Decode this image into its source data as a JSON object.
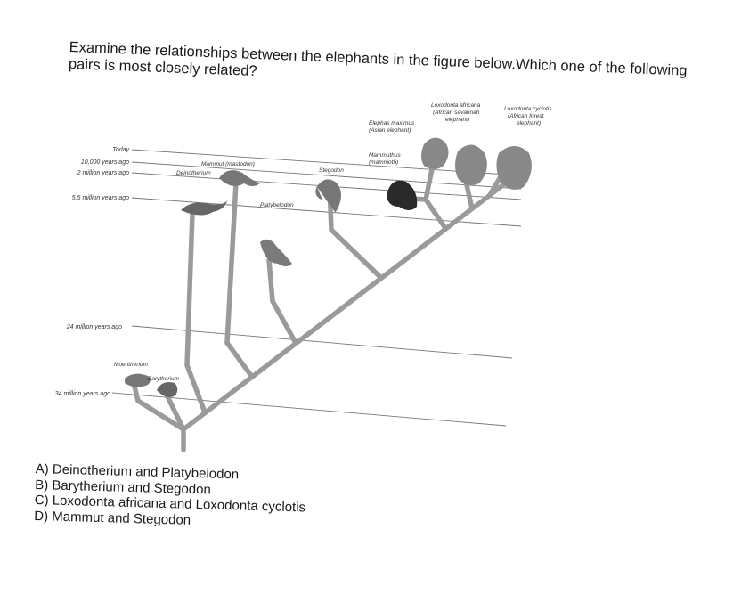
{
  "question": "Examine the relationships between the elephants in the figure below.Which one of the following pairs is most closely related?",
  "timeline": {
    "today": "Today",
    "y10k": "10,000 years ago",
    "y2m": "2 million years ago",
    "y55m": "5.5 million years ago",
    "y24m": "24 million years ago",
    "y34m": "34 million years ago"
  },
  "species": {
    "mammut": "Mammut (mastodon)",
    "deinotherium": "Deinotherium",
    "platybelodon": "Platybelodon",
    "stegodon": "Stegodon",
    "mammuthus_1": "Mammuthus",
    "mammuthus_2": "(mammoth)",
    "elephas_1": "Elephas maximus",
    "elephas_2": "(Asian elephant)",
    "lox_afr_1": "Loxodonta africana",
    "lox_afr_2": "(African savannah",
    "lox_afr_3": "elephant)",
    "lox_cyc_1": "Loxodonta cyclotis",
    "lox_cyc_2": "(African forest",
    "lox_cyc_3": "elephant)",
    "moeritherium": "Moeritherium",
    "barytherium": "Barytherium"
  },
  "answers": [
    "A) Deinotherium and Platybelodon",
    "B) Barytherium and Stegodon",
    "C) Loxodonta africana and Loxodonta cyclotis",
    "D) Mammut and Stegodon"
  ]
}
